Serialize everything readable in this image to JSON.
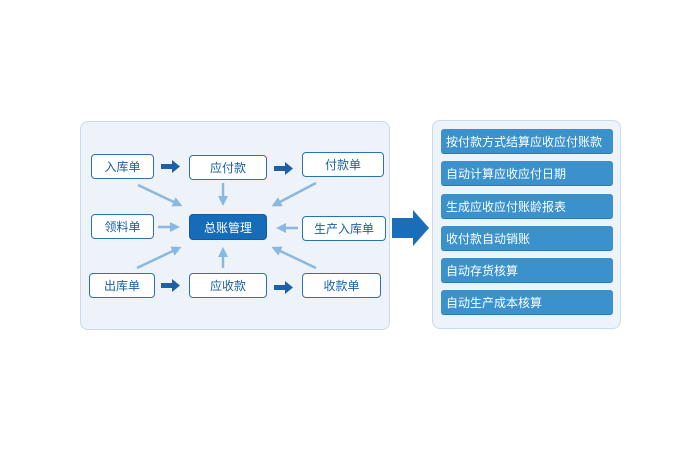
{
  "diagram": {
    "hub": {
      "label": "总账管理"
    },
    "nodes": {
      "stock_in": "入库单",
      "payable": "应付款",
      "payment_slip": "付款单",
      "material_requisition": "领料单",
      "production_stock_in": "生产入库单",
      "stock_out": "出库单",
      "receivable": "应收款",
      "receipt_slip": "收款单"
    },
    "features": [
      "按付款方式结算应收应付账款",
      "自动计算应收应付日期",
      "生成应收应付账龄报表",
      "收付款自动销账",
      "自动存货核算",
      "自动生产成本核算"
    ]
  },
  "colors": {
    "hub_fill": "#156cb8",
    "node_border": "#2a72b5",
    "feature_fill": "#3a91cc",
    "panel_bg": "#eef3f9",
    "flow_arrow": "#1f5fa6",
    "light_arrow": "#8bb8de",
    "big_arrow": "#1a6db8"
  }
}
